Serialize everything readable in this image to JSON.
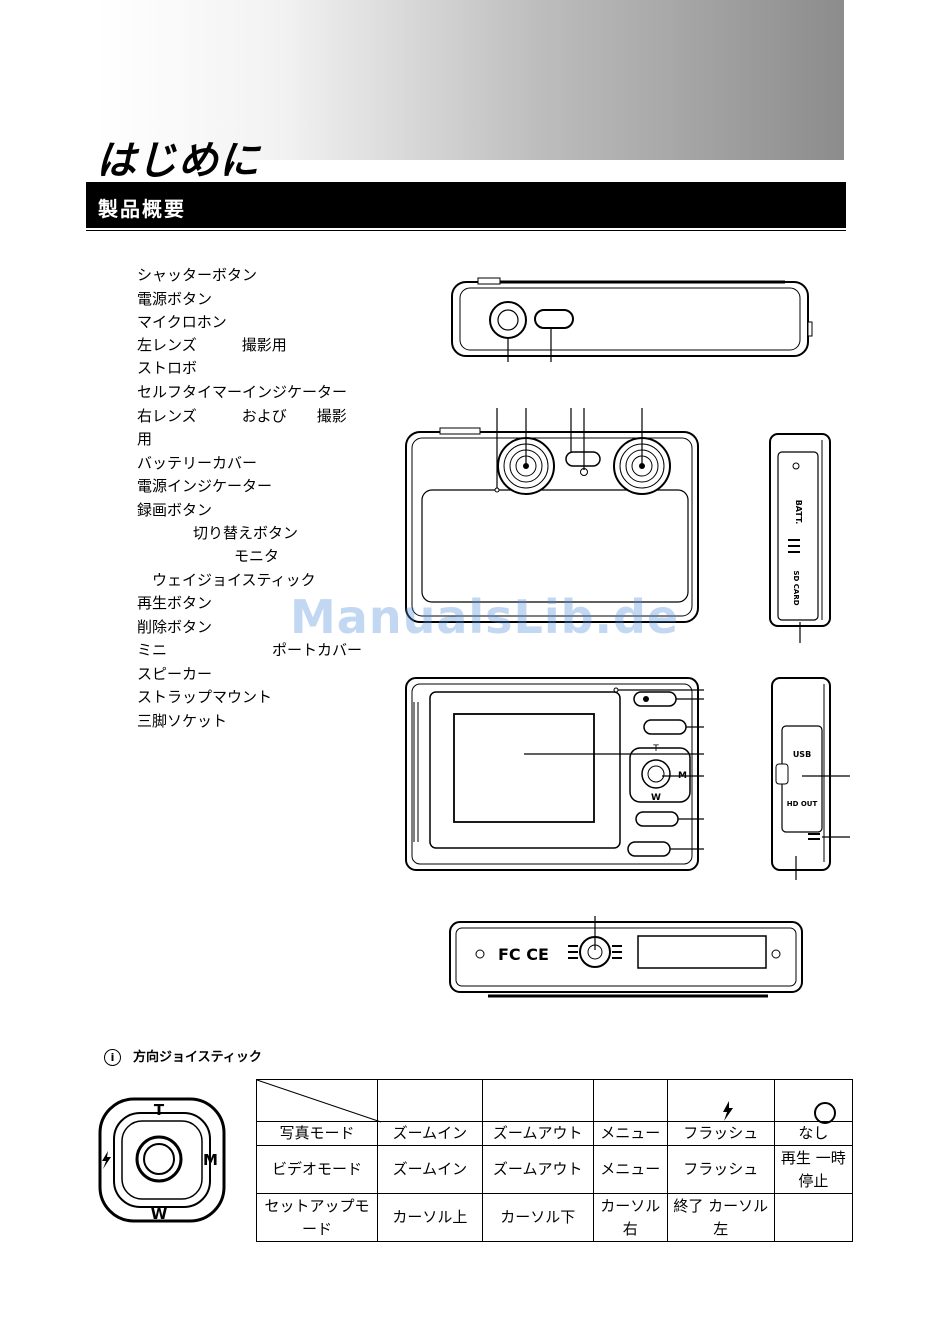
{
  "page": {
    "title": "はじめに",
    "section_title": "製品概要",
    "watermark": "ManualsLib.de"
  },
  "parts": [
    "シャッターボタン",
    "電源ボタン",
    "マイクロホン",
    "左レンズ　　　撮影用",
    "ストロボ",
    "セルフタイマーインジケーター",
    "右レンズ　　　および　　撮影",
    "用",
    "バッテリーカバー",
    "電源インジケーター",
    "録画ボタン",
    "切り替えボタン",
    "モニタ",
    "ウェイジョイスティック",
    "再生ボタン",
    "削除ボタン",
    "ミニ　　　　　　　ポートカバー",
    "スピーカー",
    "ストラップマウント",
    "三脚ソケット"
  ],
  "camera_labels": {
    "batt": "BATT.",
    "sd": "SD CARD",
    "usb": "USB",
    "hd": "HD OUT",
    "fcc": "FC CE",
    "t": "T",
    "w": "W",
    "m": "M"
  },
  "note": {
    "icon": "info-icon",
    "title": "方向ジョイスティック"
  },
  "joystick": {
    "t": "T",
    "w": "W",
    "m": "M"
  },
  "table": {
    "header_icons": [
      "flash-icon",
      "circle-icon"
    ],
    "rows": [
      {
        "mode": "写真モード",
        "up": "ズームイン",
        "down": "ズームアウト",
        "right": "メニュー",
        "left": "フラッシュ",
        "center": "なし"
      },
      {
        "mode": "ビデオモード",
        "up": "ズームイン",
        "down": "ズームアウト",
        "right": "メニュー",
        "left": "フラッシュ",
        "center": "再生 一時停止"
      },
      {
        "mode": "セットアップモード",
        "up": "カーソル上",
        "down": "カーソル下",
        "right": "カーソル右",
        "left": "終了 カーソル左",
        "center": ""
      }
    ]
  }
}
